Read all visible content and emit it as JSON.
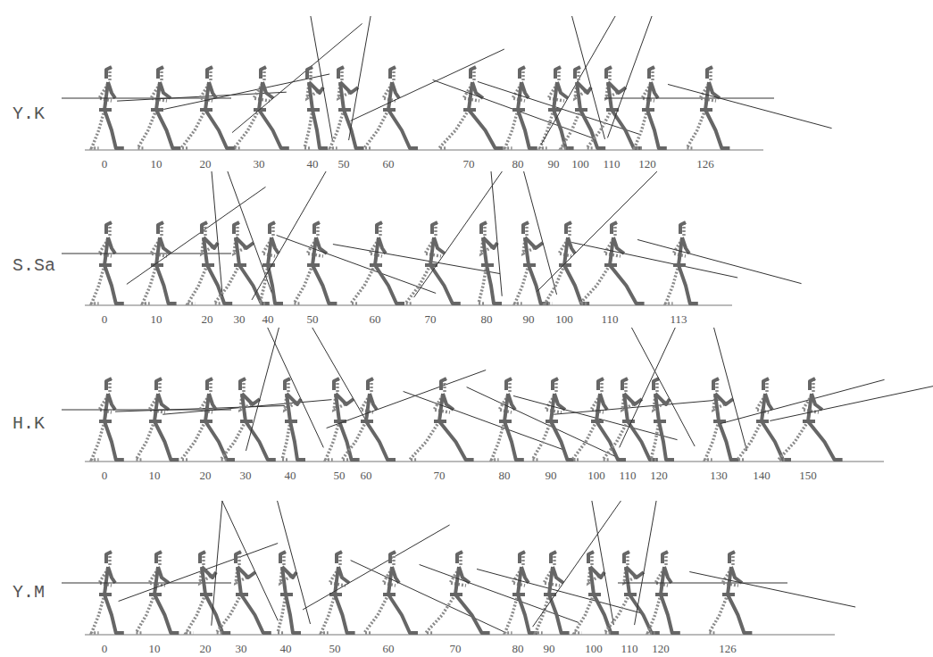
{
  "diagram": {
    "labels": [
      "Y.K",
      "0",
      "10",
      "20",
      "30",
      "40",
      "50",
      "60",
      "70",
      "80",
      "90",
      "100",
      "110",
      "120",
      "126",
      "S.Sa",
      "0",
      "10",
      "20",
      "30",
      "40",
      "50",
      "60",
      "70",
      "80",
      "90",
      "100",
      "110",
      "113",
      "H.K",
      "0",
      "10",
      "20",
      "30",
      "40",
      "50",
      "60",
      "70",
      "80",
      "90",
      "100",
      "110",
      "120",
      "130",
      "140",
      "150",
      "Y.M",
      "0",
      "10",
      "20",
      "30",
      "40",
      "50",
      "60",
      "70",
      "80",
      "90",
      "100",
      "110",
      "120",
      "126"
    ]
  }
}
